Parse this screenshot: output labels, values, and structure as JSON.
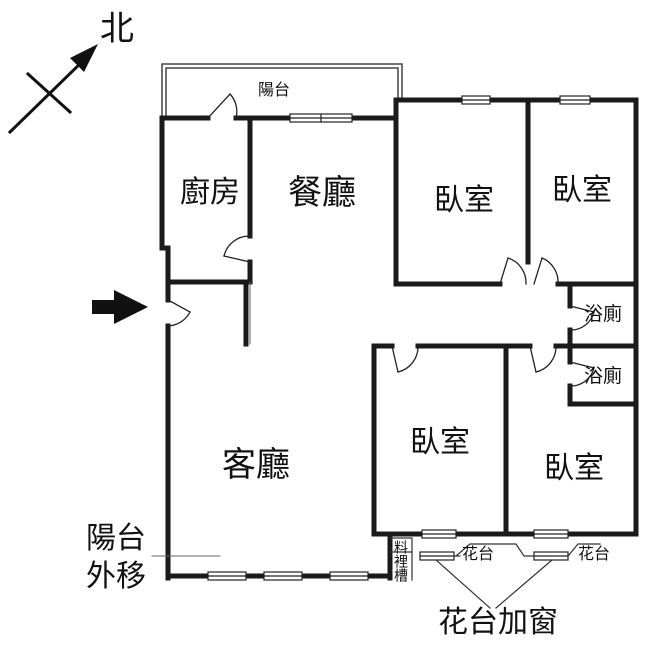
{
  "compass": {
    "north_label": "北"
  },
  "rooms": {
    "balcony_top": "陽台",
    "kitchen": "廚房",
    "dining": "餐廳",
    "bedroom_1": "臥室",
    "bedroom_2": "臥室",
    "bath_1": "浴廁",
    "bath_2": "浴廁",
    "living": "客廳",
    "bedroom_3": "臥室",
    "bedroom_4": "臥室"
  },
  "annotations": {
    "balcony_moved_line1": "陽台",
    "balcony_moved_line2": "外移",
    "planter_1": "花台",
    "planter_2": "花台",
    "planter_window": "花台加窗",
    "utility_sink": "料裡槽"
  },
  "colors": {
    "wall": "#1a1a1a",
    "line": "#222222",
    "background": "#ffffff"
  }
}
